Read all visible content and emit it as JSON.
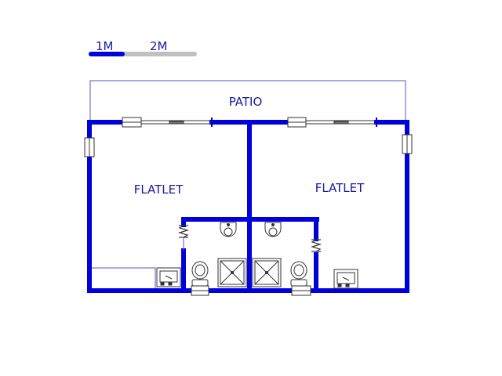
{
  "scale_bar": {
    "label_1": "1M",
    "label_2": "2M"
  },
  "rooms": {
    "patio": "PATIO",
    "flatlet_left": "FLATLET",
    "flatlet_right": "FLATLET"
  },
  "colors": {
    "wall": "#0000dd",
    "text": "#1a1aa0",
    "fixture_line": "#444444",
    "scale_grey": "#c0c0c0"
  }
}
